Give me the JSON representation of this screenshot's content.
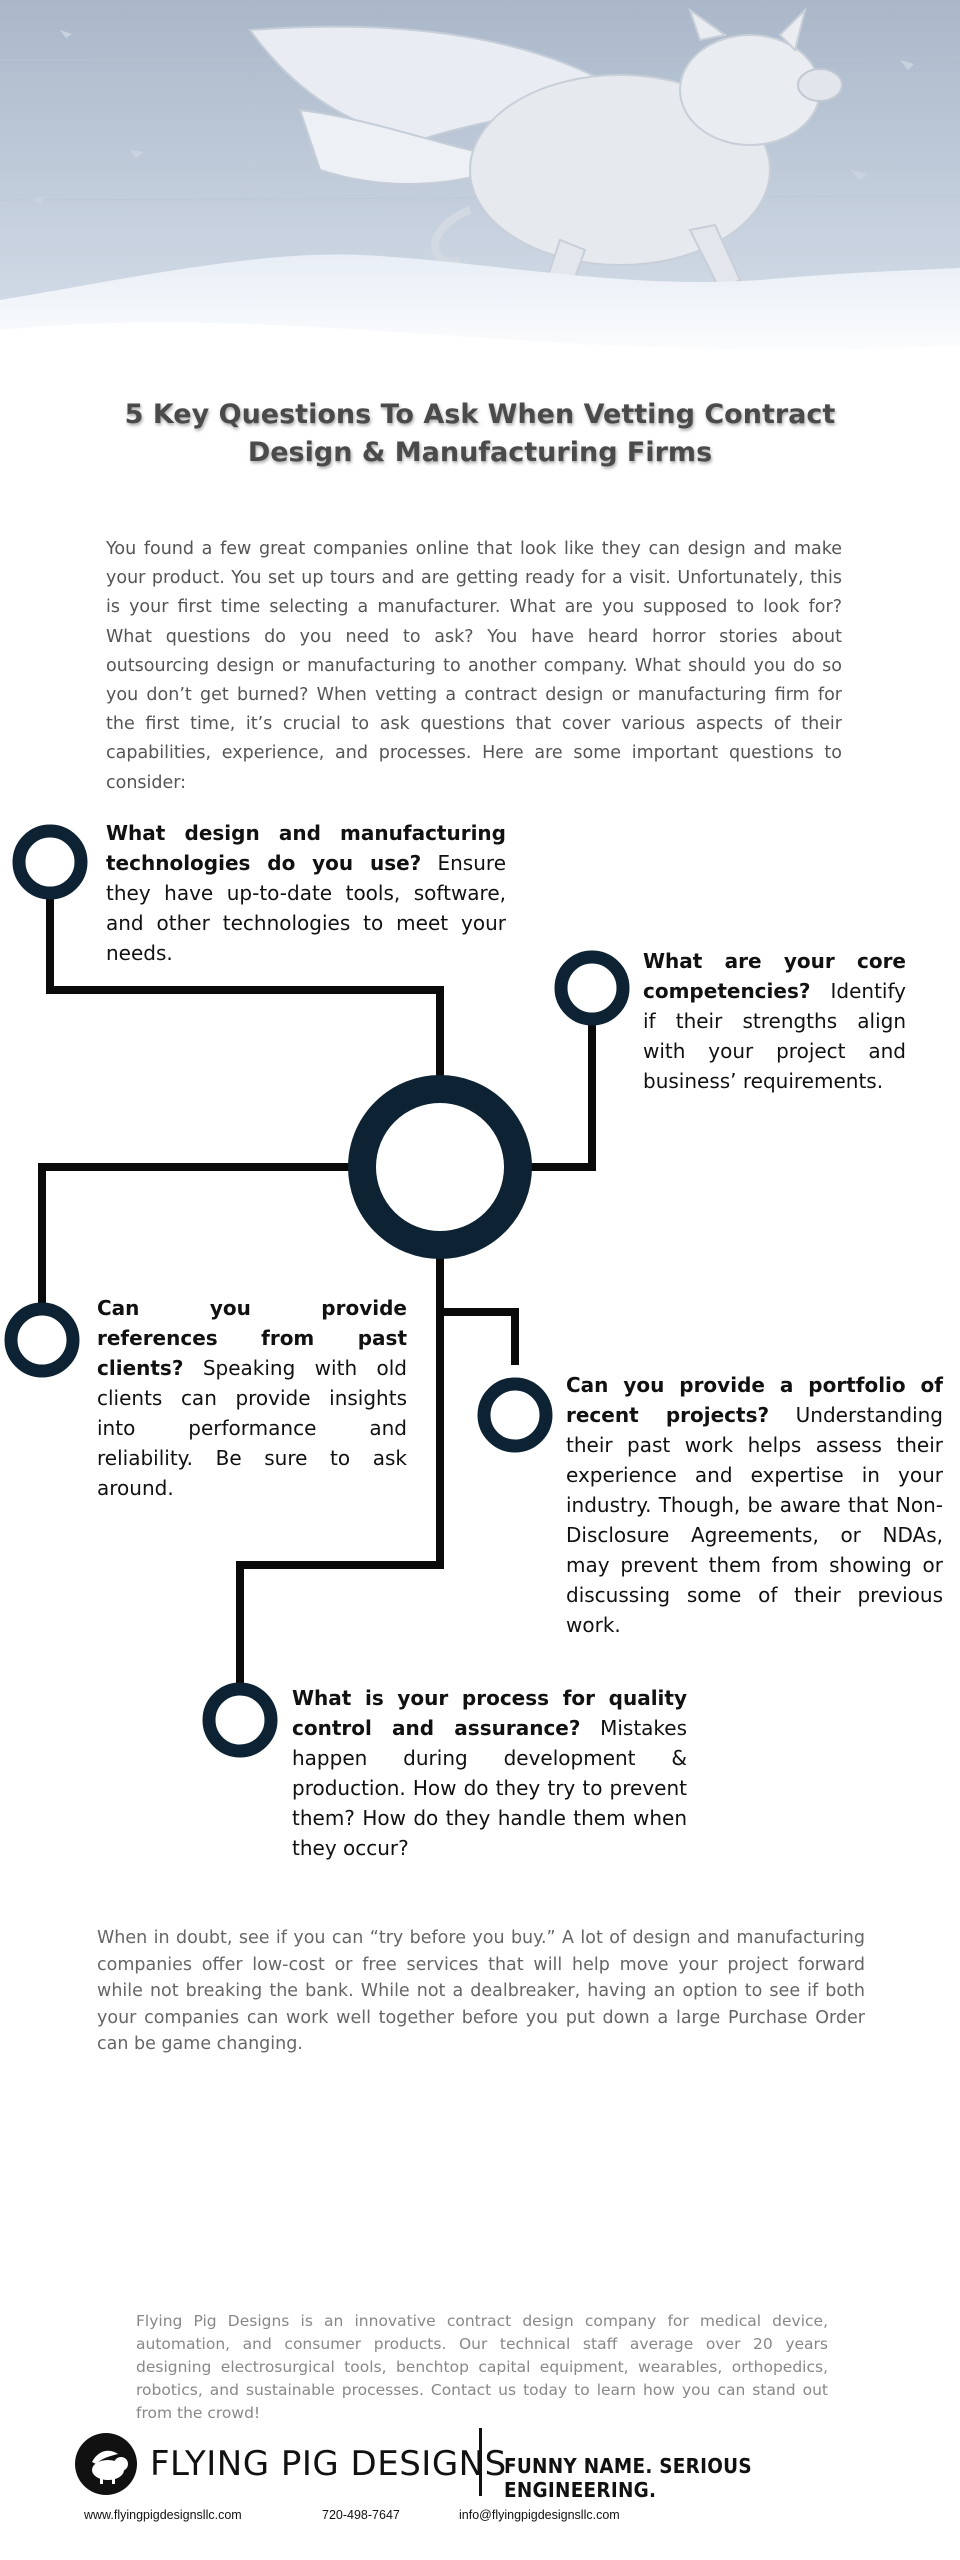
{
  "title": "5 Key Questions To Ask When Vetting Contract Design & Manufacturing Firms",
  "intro": "You found a few great companies online that look like they can design and make your product.  You set up tours and are getting ready for a visit.  Unfortunately, this is your first time selecting a manufacturer.  What are you supposed to look for? What questions do you need to ask?  You have heard horror stories about outsourcing design or manufacturing to another company.  What should you do so you don’t get burned? When vetting a contract design or manufacturing firm for the first time, it’s crucial to ask questions that cover various aspects of their capabilities, experience, and processes. Here are some important questions to consider:",
  "questions": [
    {
      "q": "What design and manufacturing technologies do you use?",
      "a": " Ensure they have up-to-date tools, software, and other technologies to meet your needs."
    },
    {
      "q": "What are your core competencies?",
      "a": " Identify if their strengths align with your project and business’ requirements."
    },
    {
      "q": "Can you provide references from past clients?",
      "a": " Speaking with old clients can provide insights into performance and reliability. Be sure to ask around."
    },
    {
      "q": "Can you provide a portfolio of recent projects?",
      "a": " Understanding their past work helps assess their experience and expertise in your industry. Though, be aware that Non-Disclosure Agreements, or NDAs, may prevent them from showing or discussing some of their previous work."
    },
    {
      "q": "What is your process for quality control and assurance?",
      "a": " Mistakes happen during development & production.  How do they try to prevent them?  How do they handle them when they occur?"
    }
  ],
  "outro": "When in doubt, see if you can “try before you buy.”  A lot of design and manufacturing companies offer low-cost or free services that will help move your project forward while not breaking the bank.  While not a dealbreaker, having an option to see if both your companies can work well together before you put down a large Purchase Order can be game changing.",
  "about": "Flying Pig Designs is an innovative contract design company for medical device, automation, and consumer products.  Our technical staff average over 20 years designing electrosurgical tools, benchtop capital equipment, wearables, orthopedics, robotics, and sustainable processes.  Contact us today to learn how you can stand out from the crowd!",
  "brand": {
    "name": "FLYING PIG DESIGNS",
    "tagline": "FUNNY NAME.  SERIOUS ENGINEERING."
  },
  "contact": {
    "website": "www.flyingpigdesignsllc.com",
    "phone": "720-498-7647",
    "email": "info@flyingpigdesignsllc.com"
  },
  "colors": {
    "node_dark": "#0d2233",
    "line": "#0a0a0a",
    "sky_top": "#a8b6c8",
    "sky_bottom": "#dfe6ef"
  }
}
